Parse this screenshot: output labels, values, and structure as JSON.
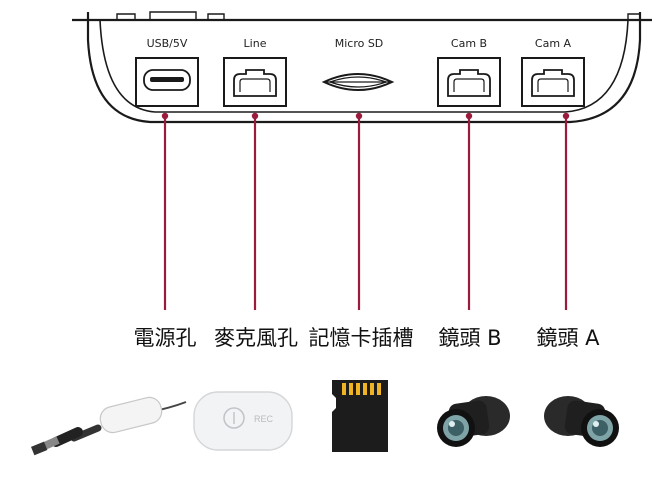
{
  "ports": [
    {
      "label": "USB/5V",
      "icon": "micro-usb-port-icon",
      "cn_label": "電源孔"
    },
    {
      "label": "Line",
      "icon": "mini-usb-port-icon",
      "cn_label": "麥克風孔"
    },
    {
      "label": "Micro SD",
      "icon": "sd-card-slot-icon",
      "cn_label": "記憶卡插槽"
    },
    {
      "label": "Cam B",
      "icon": "mini-usb-port-icon",
      "cn_label": "鏡頭 B"
    },
    {
      "label": "Cam A",
      "icon": "mini-usb-port-icon",
      "cn_label": "鏡頭 A"
    }
  ],
  "accessories": {
    "microphone_text": "REC"
  },
  "colors": {
    "leader_line": "#9b1b3c",
    "device_outline": "#1a1a1a"
  }
}
